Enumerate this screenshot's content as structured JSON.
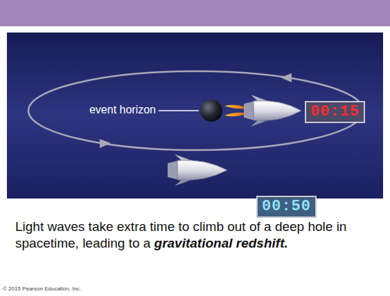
{
  "diagram": {
    "caption": "Light waves take extra time to climb out of a deep hole in spacetime, leading to a",
    "nodes": [
      {
        "text": [
          "00:15"
        ]
      },
      {
        "text": [
          "00:50"
        ]
      }
    ],
    "labels": [
      "event horizon",
      "gravitational redshift.",
      "© 2015 Pearson Education, Inc."
    ]
  }
}
